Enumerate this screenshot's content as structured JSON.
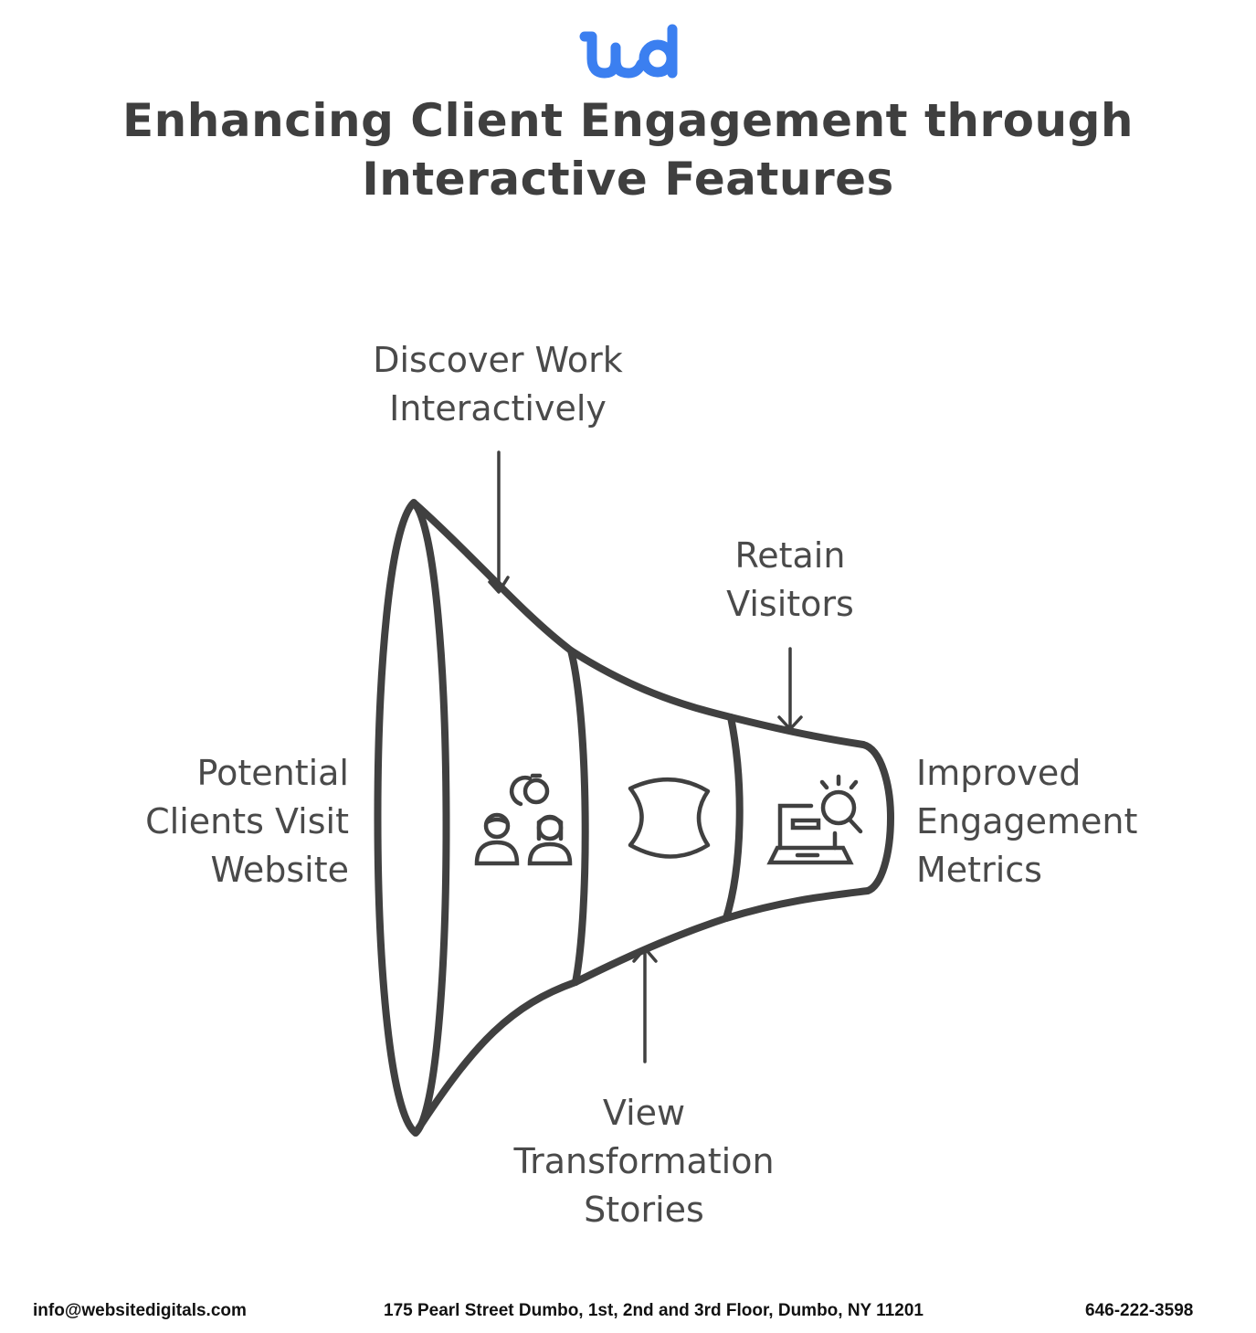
{
  "brand": {
    "logo_text": "wd",
    "logo_color": "#3b7ff0",
    "ink_color": "#404040"
  },
  "title": {
    "line1": "Enhancing Client Engagement through",
    "line2": "Interactive Features"
  },
  "funnel": {
    "entry_label": {
      "line1": "Potential",
      "line2": "Clients Visit",
      "line3": "Website"
    },
    "exit_label": {
      "line1": "Improved",
      "line2": "Engagement",
      "line3": "Metrics"
    },
    "stages": [
      {
        "name": "Discover Work Interactively",
        "line1": "Discover Work",
        "line2": "Interactively",
        "icon": "people-connection-icon",
        "arrow": "down"
      },
      {
        "name": "View Transformation Stories",
        "line1": "View",
        "line2": "Transformation",
        "line3": "Stories",
        "icon": "transformation-shape-icon",
        "arrow": "up"
      },
      {
        "name": "Retain Visitors",
        "line1": "Retain",
        "line2": "Visitors",
        "icon": "laptop-analytics-icon",
        "arrow": "down"
      }
    ]
  },
  "footer": {
    "email": "info@websitedigitals.com",
    "address": "175 Pearl Street Dumbo, 1st, 2nd and 3rd Floor, Dumbo, NY 11201",
    "phone": "646-222-3598"
  }
}
